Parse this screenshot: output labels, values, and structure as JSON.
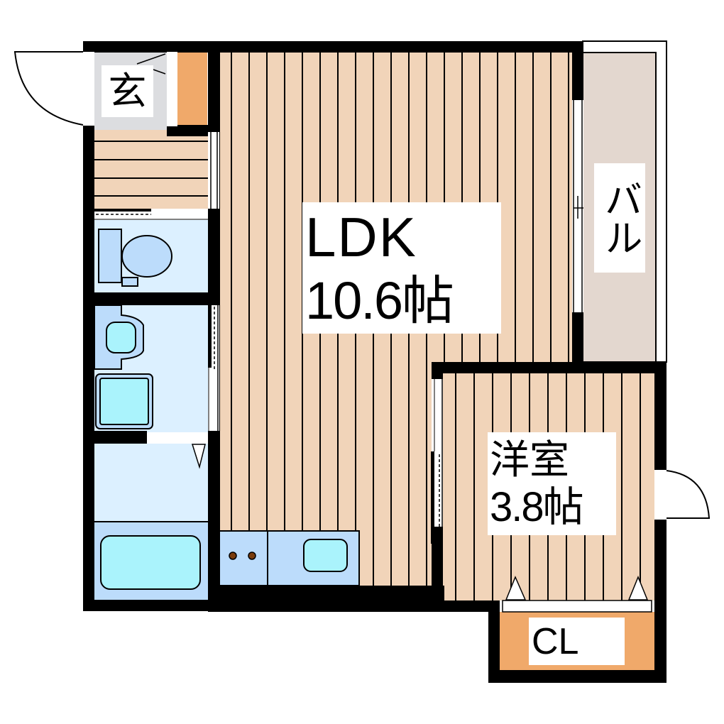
{
  "floor_plan": {
    "type": "apartment floor plan (1LDK)",
    "colors": {
      "wall": "#000000",
      "wood_floor": "#f1d4b9",
      "wet_area": "#dcf0ff",
      "fixture_blue": "#bcdcfb",
      "fixture_aqua": "#aaf3fc",
      "entrance_tile": "#dcdde0",
      "storage_orange": "#f0a96a",
      "balcony": "#e3d7cf",
      "burner": "#7a3c0c"
    },
    "rooms": {
      "ldk": {
        "name": "LDK",
        "size": "10.6帖"
      },
      "western_room": {
        "name": "洋室",
        "size": "3.8帖"
      },
      "entrance": {
        "name": "玄"
      },
      "balcony": {
        "name": "バル"
      },
      "closet": {
        "name": "CL"
      }
    },
    "fixtures": [
      "toilet",
      "washbasin",
      "washing-machine-pan",
      "bathtub",
      "kitchen-stove",
      "kitchen-sink",
      "shoe-cabinet"
    ],
    "doors": [
      "entrance-door",
      "western-room-side-door",
      "closet-folding-doors",
      "balcony-sliding-window",
      "toilet-sliding-door",
      "washroom-sliding-door",
      "western-room-sliding-door"
    ]
  }
}
